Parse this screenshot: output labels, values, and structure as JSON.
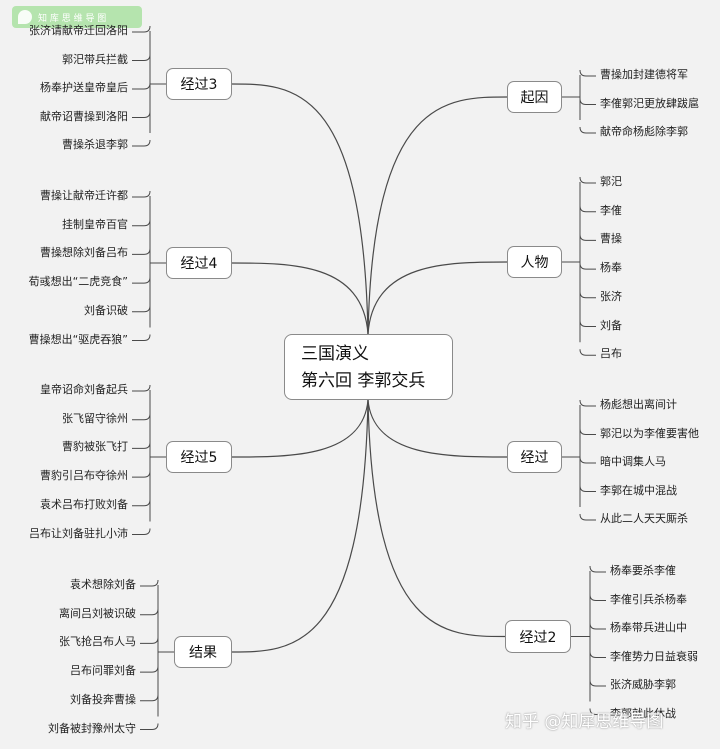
{
  "center": {
    "line1": "三国演义",
    "line2": "第六回 李郭交兵"
  },
  "branches": {
    "qiyin": {
      "label": "起因",
      "leaves": [
        "曹操加封建德将军",
        "李傕郭汜更放肆跋扈",
        "献帝命杨彪除李郭"
      ]
    },
    "renwu": {
      "label": "人物",
      "leaves": [
        "郭汜",
        "李傕",
        "曹操",
        "杨奉",
        "张济",
        "刘备",
        "吕布"
      ]
    },
    "jingguo": {
      "label": "经过",
      "leaves": [
        "杨彪想出离间计",
        "郭汜以为李傕要害他",
        "暗中调集人马",
        "李郭在城中混战",
        "从此二人天天厮杀"
      ]
    },
    "jingguo2": {
      "label": "经过2",
      "leaves": [
        "杨奉要杀李傕",
        "李傕引兵杀杨奉",
        "杨奉带兵进山中",
        "李傕势力日益衰弱",
        "张济威胁李郭",
        "李郭就此休战"
      ]
    },
    "jingguo3": {
      "label": "经过3",
      "leaves": [
        "张济请献帝迁回洛阳",
        "郭汜带兵拦截",
        "杨奉护送皇帝皇后",
        "献帝诏曹操到洛阳",
        "曹操杀退李郭"
      ]
    },
    "jingguo4": {
      "label": "经过4",
      "leaves": [
        "曹操让献帝迁许都",
        "挂制皇帝百官",
        "曹操想除刘备吕布",
        "荀彧想出“二虎竞食”",
        "刘备识破",
        "曹操想出“驱虎吞狼”"
      ]
    },
    "jingguo5": {
      "label": "经过5",
      "leaves": [
        "皇帝诏命刘备起兵",
        "张飞留守徐州",
        "曹豹被张飞打",
        "曹豹引吕布夺徐州",
        "袁术吕布打败刘备",
        "吕布让刘备驻扎小沛"
      ]
    },
    "jieguo": {
      "label": "结果",
      "leaves": [
        "袁术想除刘备",
        "离间吕刘被识破",
        "张飞抢吕布人马",
        "吕布问罪刘备",
        "刘备投奔曹操",
        "刘备被封豫州太守"
      ]
    }
  },
  "badge": {
    "text": "知 库 思 维 导 图"
  },
  "watermark": {
    "text": "知乎 @知犀思维导图"
  },
  "colors": {
    "line": "#4a4a4a",
    "background": "#f2f2f2",
    "badge": "#b5e4ae"
  }
}
